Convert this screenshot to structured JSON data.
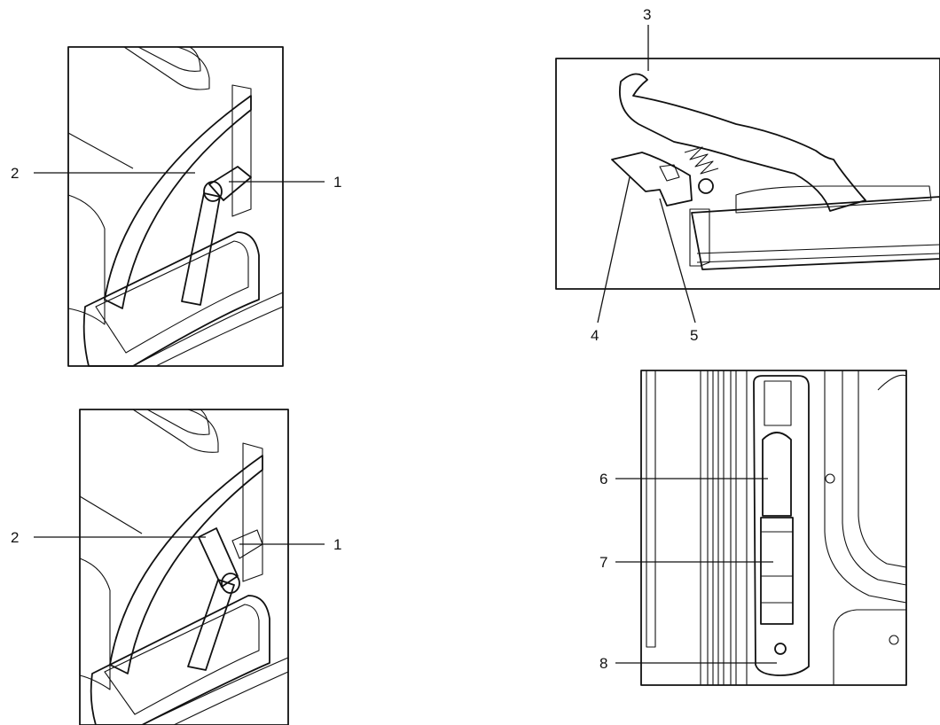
{
  "panels": {
    "top_left": {
      "callouts": [
        {
          "id": "2",
          "text": "2"
        },
        {
          "id": "1",
          "text": "1"
        }
      ]
    },
    "bottom_left": {
      "callouts": [
        {
          "id": "2",
          "text": "2"
        },
        {
          "id": "1",
          "text": "1"
        }
      ]
    },
    "top_right": {
      "callouts": [
        {
          "id": "3",
          "text": "3"
        },
        {
          "id": "4",
          "text": "4"
        },
        {
          "id": "5",
          "text": "5"
        }
      ]
    },
    "bottom_right": {
      "callouts": [
        {
          "id": "6",
          "text": "6"
        },
        {
          "id": "7",
          "text": "7"
        },
        {
          "id": "8",
          "text": "8"
        }
      ]
    }
  },
  "colors": {
    "ink": "#111111",
    "panel_light": "#f2f2f2",
    "panel_mid": "#bdbdbd",
    "panel_dark": "#5a5a5a",
    "background": "#ffffff"
  }
}
